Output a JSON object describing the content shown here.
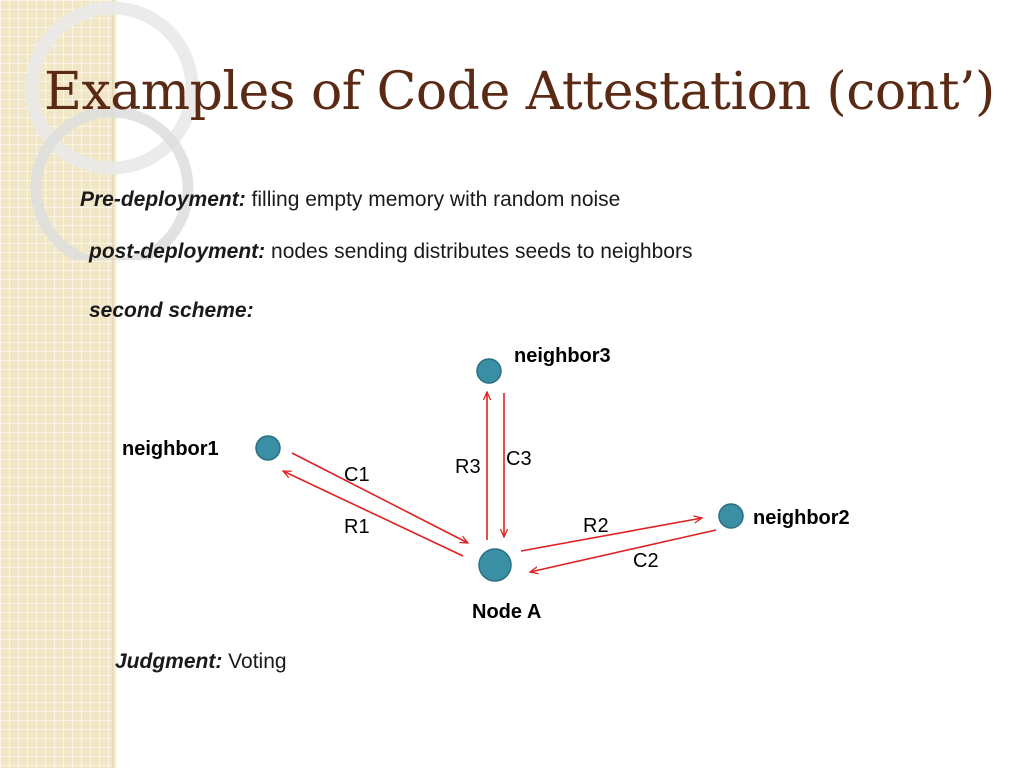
{
  "slide": {
    "title": "Examples of Code Attestation (cont’)",
    "pre_deployment": {
      "label": "Pre-deployment:",
      "text": "filling empty memory with random noise"
    },
    "post_deployment": {
      "label": "post-deployment:",
      "text": "nodes sending distributes seeds to neighbors"
    },
    "second_scheme": {
      "label": "second scheme:"
    },
    "judgment": {
      "label": "Judgment:",
      "text": "Voting"
    }
  },
  "diagram": {
    "node_color": "#3b8fa5",
    "arrow_color": "#e02020",
    "nodes": {
      "node_a": "Node A",
      "neighbor1": "neighbor1",
      "neighbor2": "neighbor2",
      "neighbor3": "neighbor3"
    },
    "edges": {
      "c1": "C1",
      "r1": "R1",
      "r2": "R2",
      "c2": "C2",
      "r3": "R3",
      "c3": "C3"
    }
  }
}
